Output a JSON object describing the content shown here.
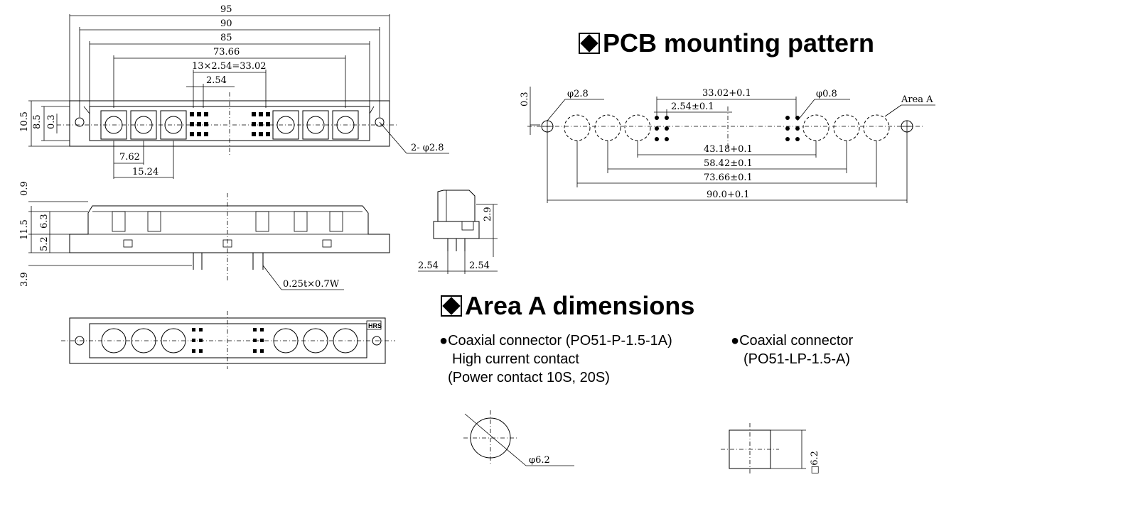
{
  "headings": {
    "pcb_pattern": "PCB mounting pattern",
    "area_a": "Area A dimensions"
  },
  "notes": {
    "left": {
      "bullet": "●",
      "line1": "Coaxial connector (PO51-P-1.5-1A)",
      "line2": "High current contact",
      "line3": "(Power contact 10S, 20S)"
    },
    "right": {
      "bullet": "●",
      "line1": "Coaxial connector",
      "line2": "(PO51-LP-1.5-A)"
    }
  },
  "top_view": {
    "dims": [
      "95",
      "90",
      "85",
      "73.66",
      "13×2.54=33.02",
      "2.54",
      "10.5",
      "8.5",
      "0.3",
      "7.62",
      "15.24",
      "2- φ2.8"
    ]
  },
  "side_view": {
    "dims": [
      "0.9",
      "11.5",
      "6.3",
      "5.2",
      "3.9",
      "0.25t×0.7W"
    ]
  },
  "end_view": {
    "dims": [
      "2.9",
      "2.54",
      "2.54"
    ]
  },
  "bottom_view": {
    "logo": "HRS"
  },
  "pcb": {
    "dims": [
      "0.3",
      "φ2.8",
      "33.02+0.1",
      "2.54±0.1",
      "φ0.8",
      "Area A",
      "43.18+0.1",
      "58.42±0.1",
      "73.66±0.1",
      "90.0+0.1"
    ]
  },
  "area_a": {
    "round_label": "φ6.2",
    "square_label": "□6.2"
  }
}
